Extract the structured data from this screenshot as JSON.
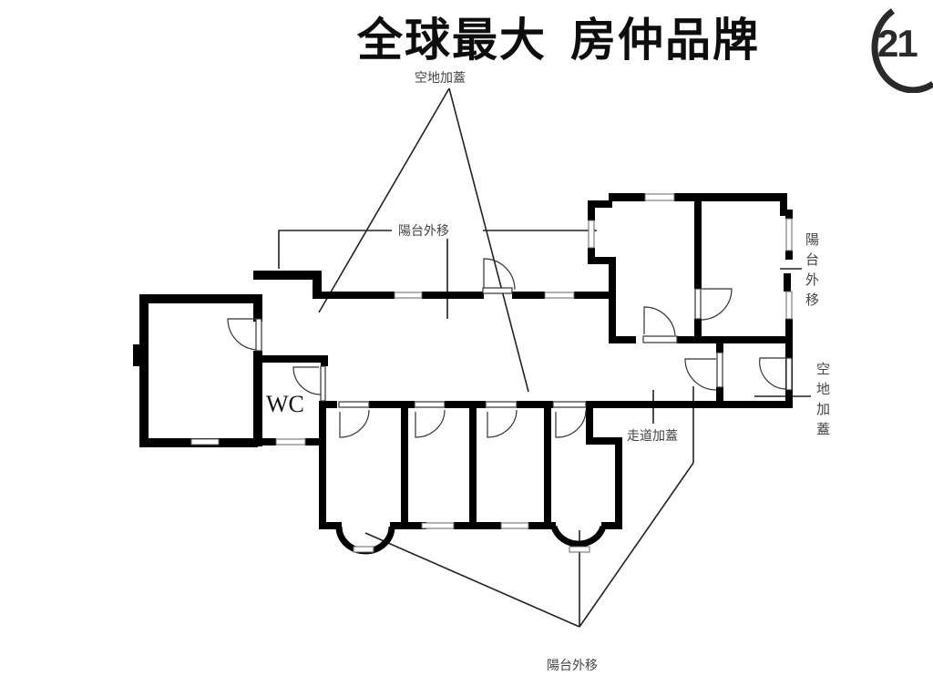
{
  "banner": {
    "left_text": "全球最大",
    "right_text": "房仲品牌"
  },
  "logo": {
    "number": "21",
    "icon": "century21-logo-icon"
  },
  "annotations": {
    "top_vacant_land": "空地加蓋",
    "balcony_moved_top": "陽台外移",
    "balcony_moved_right": [
      "陽",
      "台",
      "外",
      "移"
    ],
    "vacant_land_right": [
      "空",
      "地",
      "加",
      "蓋"
    ],
    "corridor_added": "走道加蓋",
    "balcony_moved_bottom": "陽台外移"
  },
  "rooms": {
    "wc_label": "WC"
  },
  "colors": {
    "wall": "#000000",
    "annotation_text": "#444444",
    "leader_line": "#222222",
    "background": "#ffffff"
  }
}
